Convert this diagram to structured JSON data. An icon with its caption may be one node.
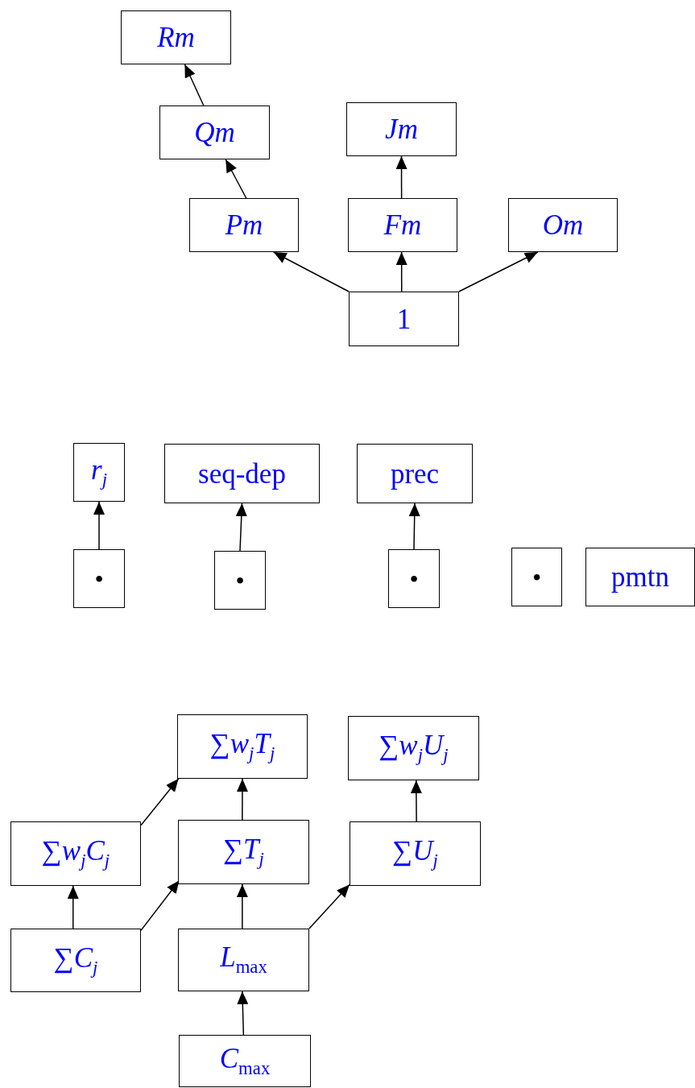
{
  "diagram": {
    "nodes": [
      {
        "text": [
          "Rm"
        ]
      },
      {
        "text": [
          "Qm"
        ]
      },
      {
        "text": [
          "Jm"
        ]
      },
      {
        "text": [
          "Pm"
        ]
      },
      {
        "text": [
          "Fm"
        ]
      },
      {
        "text": [
          "Om"
        ]
      },
      {
        "text": [
          "1"
        ]
      },
      {
        "text": [
          "*r*$_{j}$"
        ]
      },
      {
        "text": [
          "seq-dep"
        ]
      },
      {
        "text": [
          "prec"
        ]
      },
      {
        "text": [
          "•"
        ]
      },
      {
        "text": [
          "•"
        ]
      },
      {
        "text": [
          "•"
        ]
      },
      {
        "text": [
          "•"
        ]
      },
      {
        "text": [
          "pmtn"
        ]
      },
      {
        "text": [
          "∑*w*$_{j}$*T*$_{j}$"
        ]
      },
      {
        "text": [
          "∑*w*$_{j}$*U*$_{j}$"
        ]
      },
      {
        "text": [
          "∑*w*$_{j}$*C*$_{j}$"
        ]
      },
      {
        "text": [
          "∑*T*$_{j}$"
        ]
      },
      {
        "text": [
          "∑*U*$_{j}$"
        ]
      },
      {
        "text": [
          "∑*C*$_{j}$"
        ]
      },
      {
        "text": [
          "*L*$_{max}$"
        ]
      },
      {
        "text": [
          "*C*$_{max}$"
        ]
      }
    ],
    "edges": [
      {
        "from": 1,
        "to": 0,
        "arrow": "to"
      },
      {
        "from": 3,
        "to": 1,
        "arrow": "to"
      },
      {
        "from": 4,
        "to": 2,
        "arrow": "to"
      },
      {
        "from": 6,
        "to": 3,
        "arrow": "to"
      },
      {
        "from": 6,
        "to": 4,
        "arrow": "to"
      },
      {
        "from": 6,
        "to": 5,
        "arrow": "to"
      },
      {
        "from": 10,
        "to": 7,
        "arrow": "to"
      },
      {
        "from": 11,
        "to": 8,
        "arrow": "to"
      },
      {
        "from": 12,
        "to": 9,
        "arrow": "to"
      },
      {
        "from": 17,
        "to": 15,
        "arrow": "to"
      },
      {
        "from": 18,
        "to": 15,
        "arrow": "to"
      },
      {
        "from": 19,
        "to": 16,
        "arrow": "to"
      },
      {
        "from": 20,
        "to": 17,
        "arrow": "to"
      },
      {
        "from": 20,
        "to": 18,
        "arrow": "to"
      },
      {
        "from": 21,
        "to": 18,
        "arrow": "to"
      },
      {
        "from": 21,
        "to": 19,
        "arrow": "to"
      },
      {
        "from": 22,
        "to": 21,
        "arrow": "to"
      }
    ]
  }
}
